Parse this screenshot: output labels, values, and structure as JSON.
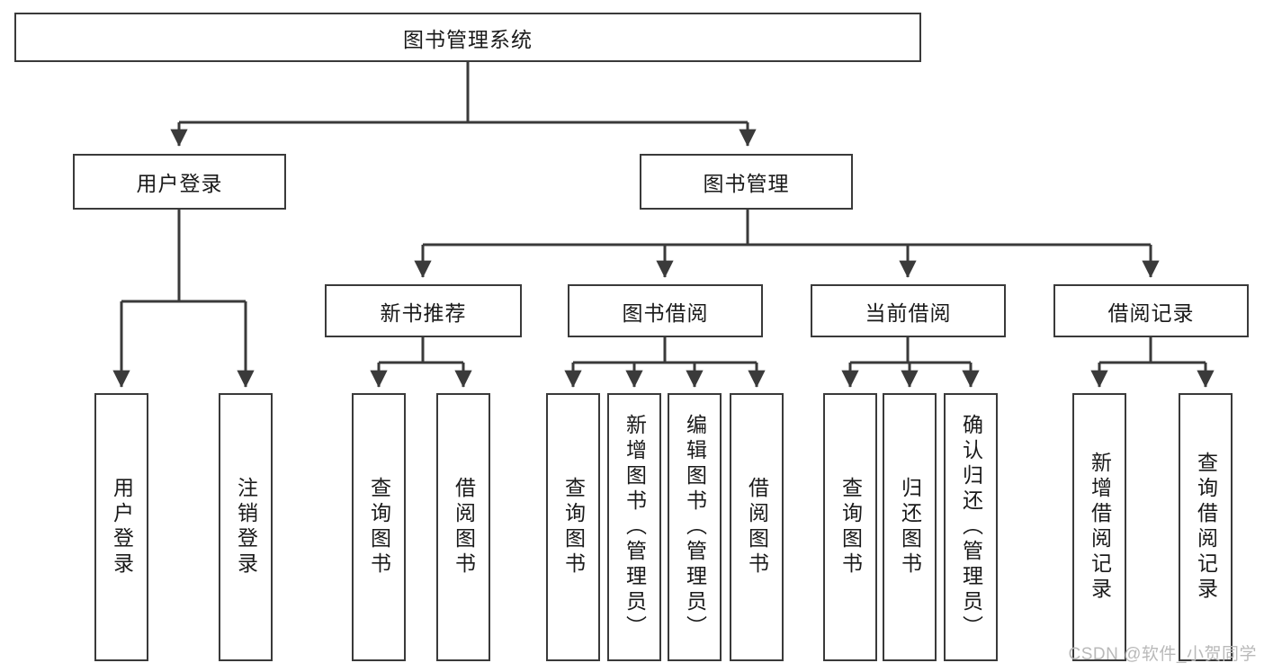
{
  "diagram": {
    "type": "tree",
    "title": "图书管理系统",
    "orientation": "top-down",
    "watermark": "CSDN @软件_小贺同学",
    "colors": {
      "background": "#ffffff",
      "box_border": "#3a3a3a",
      "box_fill": "#ffffff",
      "connector": "#3a3a3a",
      "text": "#1a1a1a",
      "watermark": "#b9b9b9"
    },
    "root": {
      "id": "root",
      "label": "图书管理系统",
      "orient": "horizontal"
    },
    "level2": [
      {
        "id": "user-login",
        "label": "用户登录",
        "orient": "horizontal"
      },
      {
        "id": "book-management",
        "label": "图书管理",
        "orient": "horizontal"
      }
    ],
    "level3": [
      {
        "id": "new-book-recommend",
        "label": "新书推荐",
        "orient": "horizontal",
        "parent": "book-management"
      },
      {
        "id": "book-borrow",
        "label": "图书借阅",
        "orient": "horizontal",
        "parent": "book-management"
      },
      {
        "id": "current-borrow",
        "label": "当前借阅",
        "orient": "horizontal",
        "parent": "book-management"
      },
      {
        "id": "borrow-record",
        "label": "借阅记录",
        "orient": "horizontal",
        "parent": "book-management"
      }
    ],
    "leaves": [
      {
        "id": "leaf-user-login",
        "label": "用户登录",
        "orient": "vertical",
        "parent": "user-login"
      },
      {
        "id": "leaf-logout",
        "label": "注销登录",
        "orient": "vertical",
        "parent": "user-login"
      },
      {
        "id": "leaf-query-book-1",
        "label": "查询图书",
        "orient": "vertical",
        "parent": "new-book-recommend"
      },
      {
        "id": "leaf-borrow-book-1",
        "label": "借阅图书",
        "orient": "vertical",
        "parent": "new-book-recommend"
      },
      {
        "id": "leaf-query-book-2",
        "label": "查询图书",
        "orient": "vertical",
        "parent": "book-borrow"
      },
      {
        "id": "leaf-add-book",
        "label": "新增图书（管理员）",
        "orient": "vertical",
        "parent": "book-borrow"
      },
      {
        "id": "leaf-edit-book",
        "label": "编辑图书（管理员）",
        "orient": "vertical",
        "parent": "book-borrow"
      },
      {
        "id": "leaf-borrow-book-2",
        "label": "借阅图书",
        "orient": "vertical",
        "parent": "book-borrow"
      },
      {
        "id": "leaf-query-book-3",
        "label": "查询图书",
        "orient": "vertical",
        "parent": "current-borrow"
      },
      {
        "id": "leaf-return-book",
        "label": "归还图书",
        "orient": "vertical",
        "parent": "current-borrow"
      },
      {
        "id": "leaf-confirm-return",
        "label": "确认归还（管理员）",
        "orient": "vertical",
        "parent": "current-borrow"
      },
      {
        "id": "leaf-add-record",
        "label": "新增借阅记录",
        "orient": "vertical",
        "parent": "borrow-record"
      },
      {
        "id": "leaf-query-record",
        "label": "查询借阅记录",
        "orient": "vertical",
        "parent": "borrow-record"
      }
    ]
  }
}
